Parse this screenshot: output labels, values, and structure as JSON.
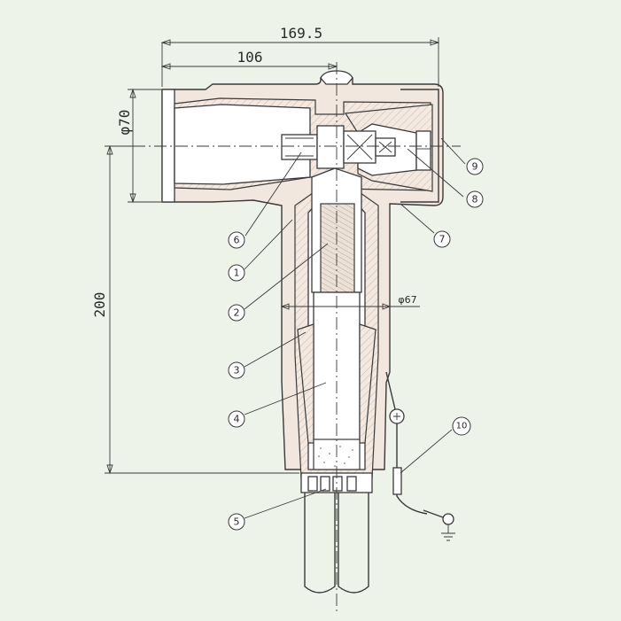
{
  "dimensions": {
    "overall_width": "169.5",
    "to_axis": "106",
    "bore_diameter": "φ70",
    "height": "200",
    "body_diameter": "φ67"
  },
  "callouts": [
    "1",
    "2",
    "3",
    "4",
    "5",
    "6",
    "7",
    "8",
    "9",
    "10"
  ],
  "colors": {
    "background": "#eef3e9",
    "line": "#3a3a3a",
    "body_fill": "#f1e7de"
  }
}
